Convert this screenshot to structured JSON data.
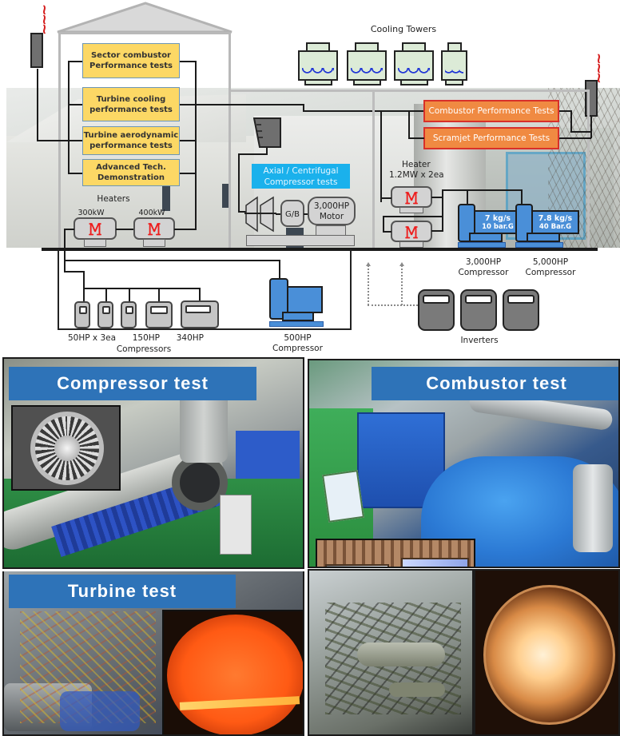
{
  "diagram": {
    "cooling_towers": {
      "label": "Cooling Towers",
      "count": 4
    },
    "main_building_tests": [
      {
        "line1": "Sector combustor",
        "line2": "Performance tests"
      },
      {
        "line1": "Turbine cooling",
        "line2": "performance tests"
      },
      {
        "line1": "Turbine aerodynamic",
        "line2": "performance tests"
      },
      {
        "line1": "Advanced Tech.",
        "line2": "Demonstration"
      }
    ],
    "heaters": {
      "label": "Heaters",
      "units": [
        {
          "rating": "300kW"
        },
        {
          "rating": "400kW"
        }
      ]
    },
    "compressor_test_rig": {
      "line1": "Axial / Centrifugal",
      "line2": "Compressor tests",
      "gearbox_label": "G/B",
      "motor_line1": "3,000HP",
      "motor_line2": "Motor"
    },
    "combustor_building_tests": [
      {
        "label": "Combustor Performance Tests"
      },
      {
        "label": "Scramjet Performance Tests"
      }
    ],
    "large_heater": {
      "line1": "Heater",
      "line2": "1.2MW x 2ea"
    },
    "large_compressors": [
      {
        "flow": "7 kg/s",
        "pressure": "10 bar.G",
        "power": "3,000HP",
        "name": "Compressor"
      },
      {
        "flow": "7.8 kg/s",
        "pressure": "40 Bar.G",
        "power": "5,000HP",
        "name": "Compressor"
      }
    ],
    "small_compressors": {
      "labels": [
        "50HP x 3ea",
        "150HP",
        "340HP"
      ],
      "group_label": "Compressors"
    },
    "compressor_500": {
      "line1": "500HP",
      "line2": "Compressor"
    },
    "inverters": {
      "label": "Inverters",
      "count": 3
    },
    "colors": {
      "test_box_yellow": "#fcd865",
      "test_box_orange": "#f08a42",
      "test_box_border_red": "#d8302a",
      "rig_box_cyan": "#1ab1ec",
      "compressor_blue": "#4a8fd8",
      "heater_red": "#ee1c1c",
      "panel_title_blue": "#2e73b8",
      "tower_green": "#dcebd7"
    }
  },
  "photo_panels": {
    "compressor": {
      "title": "Compressor test"
    },
    "combustor": {
      "title": "Combustor test"
    },
    "turbine": {
      "title": "Turbine test"
    }
  }
}
